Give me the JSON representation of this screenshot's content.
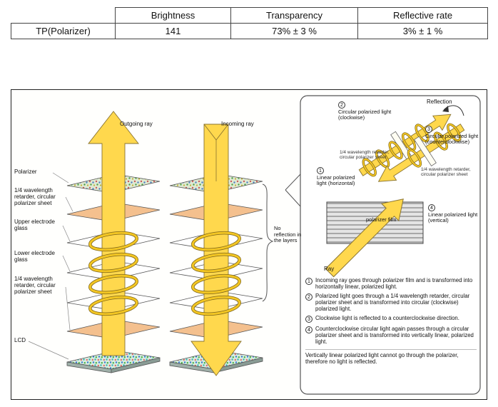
{
  "table": {
    "headers": [
      "",
      "Brightness",
      "Transparency",
      "Reflective rate"
    ],
    "row": {
      "label": "TP(Polarizer)",
      "brightness": "141",
      "transparency": "73% ± 3 %",
      "reflective_rate": "3% ± 1 %"
    }
  },
  "diagram": {
    "outgoing_ray_label": "Outgoing ray",
    "incoming_ray_label": "Incoming ray",
    "layer_labels": [
      "Polarizer",
      "1/4 wavelength retarder, circular polarizer sheet",
      "Upper electrode glass",
      "Lower electrode glass",
      "1/4 wavelength retarder, circular polarizer sheet",
      "LCD"
    ],
    "no_reflection_note": "No reflection in the layers",
    "panel": {
      "reflection_label": "Reflection",
      "callouts": [
        {
          "num": "1",
          "text": "Linear polarized light (horizontal)"
        },
        {
          "num": "2",
          "text": "Circular polarized light (clockwise)"
        },
        {
          "num": "3",
          "text": "Circular polarized light (counterclockwise)"
        },
        {
          "num": "4",
          "text": "Linear polarized light (vertical)"
        }
      ],
      "retarder_note": "1/4 wavelength retarder, circular polarizer sheet",
      "retarder_note_2": "1/4 wavelength retarder, circular polarizer sheet",
      "film_label": "polarizer film",
      "ray_label": "Ray",
      "steps": [
        {
          "num": "1",
          "text": "Incoming ray goes through polarizer film and is transformed into horizontally linear, polarized light."
        },
        {
          "num": "2",
          "text": "Polarized light goes through a 1/4 wavelength retarder, circular polarizer sheet and is transformed into circular (clockwise) polarized light."
        },
        {
          "num": "3",
          "text": "Clockwise light is reflected to a counterclockwise direction."
        },
        {
          "num": "4",
          "text": "Counterclockwise circular light again passes through a circular polarizer sheet and is transformed into vertically linear, polarized light."
        }
      ],
      "footnote": "Vertically linear polarized light cannot go through the polarizer, therefore no light is reflected."
    }
  }
}
